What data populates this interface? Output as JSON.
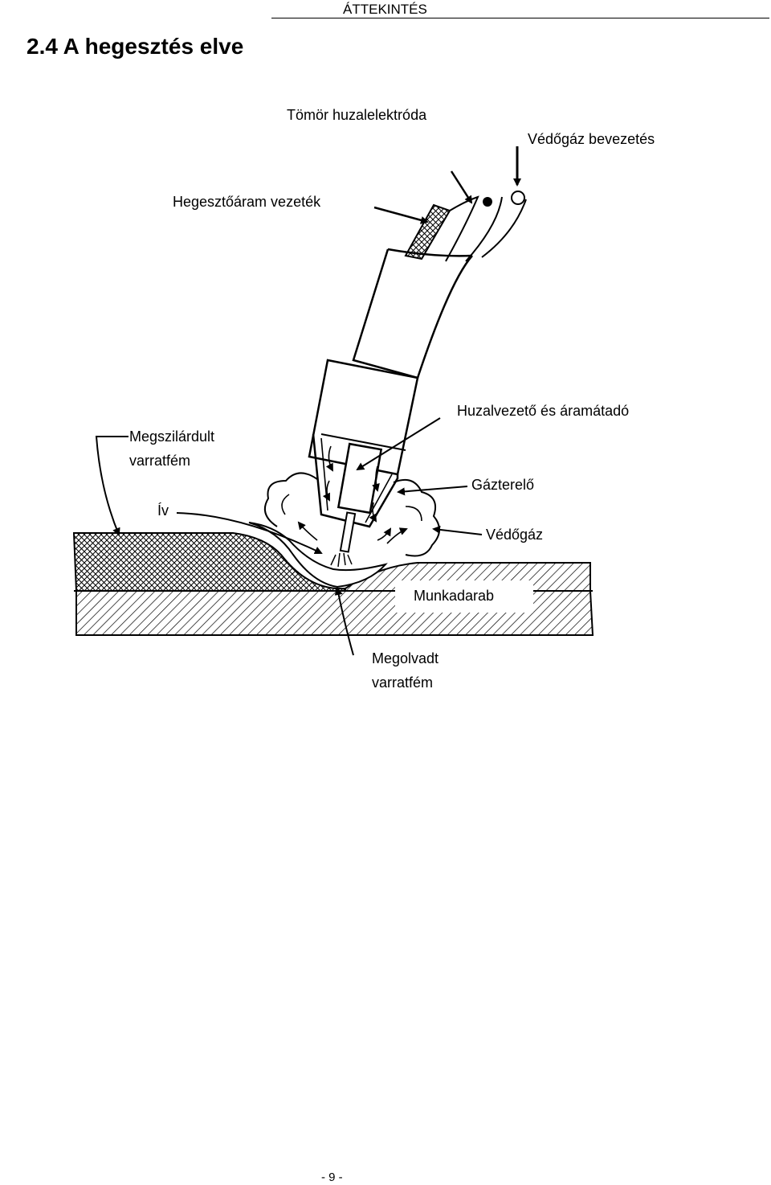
{
  "header": {
    "section": "ÁTTEKINTÉS"
  },
  "title": "2.4 A hegesztés elve",
  "figure": {
    "labels": {
      "solid_wire": "Tömör huzalelektróda",
      "gas_inlet": "Védőgáz bevezetés",
      "current_cable": "Hegesztőáram vezeték",
      "wire_guide": "Huzalvezető és áramátadó",
      "solidified_line1": "Megszilárdult",
      "solidified_line2": "varratfém",
      "arc": "Ív",
      "nozzle": "Gázterelő",
      "shield_gas": "Védőgáz",
      "workpiece": "Munkadarab",
      "molten_line1": "Megolvadt",
      "molten_line2": "varratfém"
    }
  },
  "footer": {
    "page": "- 9 -"
  }
}
